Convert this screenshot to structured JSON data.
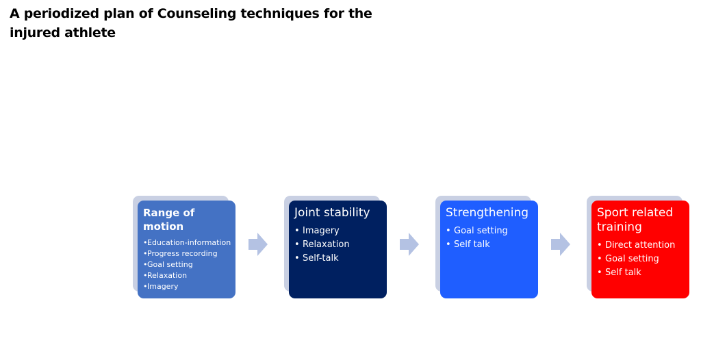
{
  "title": "A periodized plan of Counseling techniques for the injured athlete",
  "steps": [
    {
      "heading": "Range of motion",
      "color": "#4472C4",
      "items": [
        "Education-information",
        "Progress recording",
        "Goal setting",
        "Relaxation",
        "Imagery"
      ]
    },
    {
      "heading": "Joint stability",
      "color": "#002060",
      "items": [
        "Imagery",
        "Relaxation",
        "Self-talk"
      ]
    },
    {
      "heading": "Strengthening",
      "color": "#1F5EFF",
      "items": [
        "Goal setting",
        "Self talk"
      ]
    },
    {
      "heading": "Sport related training",
      "color": "#FF0000",
      "items": [
        "Direct attention",
        "Goal setting",
        "Self talk"
      ]
    }
  ],
  "arrow_color": "#B4C2E3"
}
